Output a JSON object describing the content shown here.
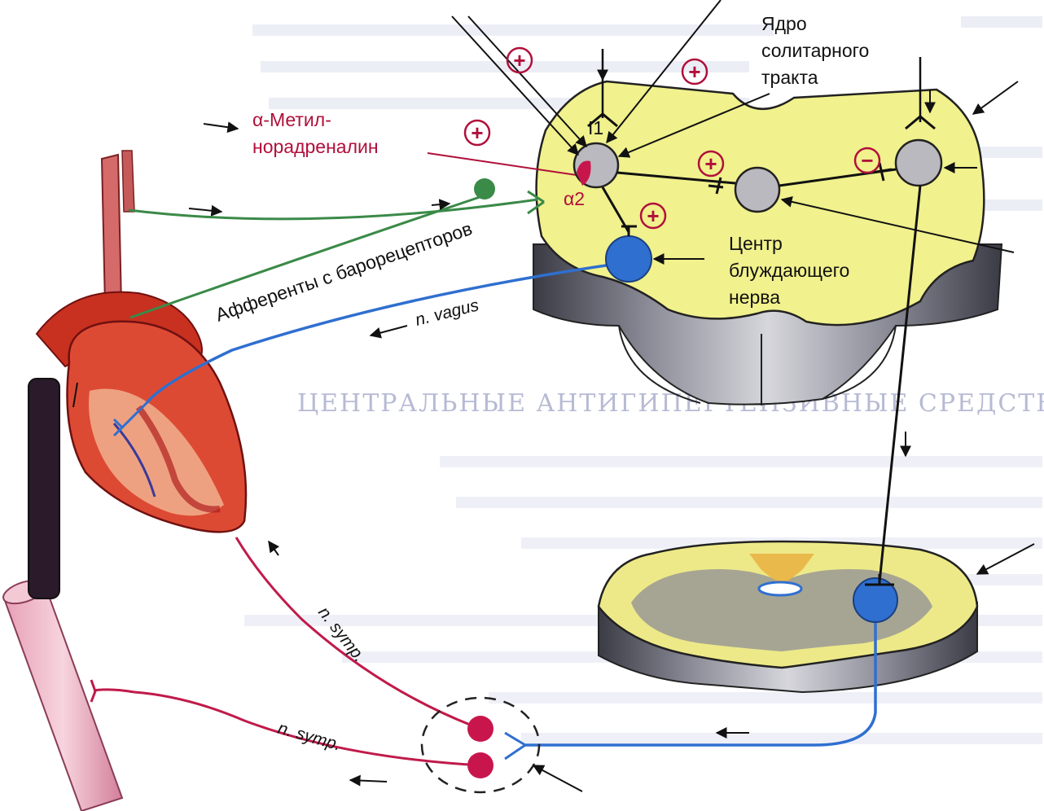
{
  "labels": {
    "nucleus_line1": "Ядро",
    "nucleus_line2": "солитарного",
    "nucleus_line3": "тракта",
    "methyl_line1": "α-Метил-",
    "methyl_line2": "норадреналин",
    "alpha2": "α2",
    "i1": "I1",
    "vagal_line1": "Центр",
    "vagal_line2": "блуждающего",
    "vagal_line3": "нерва",
    "baro_afferents": "Афференты с барорецепторов",
    "n_vagus": "n. vagus",
    "n_symp_1": "n. symp.",
    "n_symp_2": "n. symp."
  },
  "signs": {
    "plus": "+",
    "minus": "−"
  },
  "background_text": {
    "heading": "ЦЕНТРАЛЬНЫЕ АНТИГИПЕРТЕНЗИВНЫЕ СРЕДСТВА"
  },
  "colors": {
    "brainstem_yellow": "#f0f08a",
    "brainstem_gray": "#6e6e78",
    "vagus_blue": "#2f6fd0",
    "sympathetic_red": "#c01a4a",
    "baroreceptor_green": "#3a8a48",
    "neuron_gray": "#b9b9bf",
    "heart_red": "#d9402e"
  }
}
